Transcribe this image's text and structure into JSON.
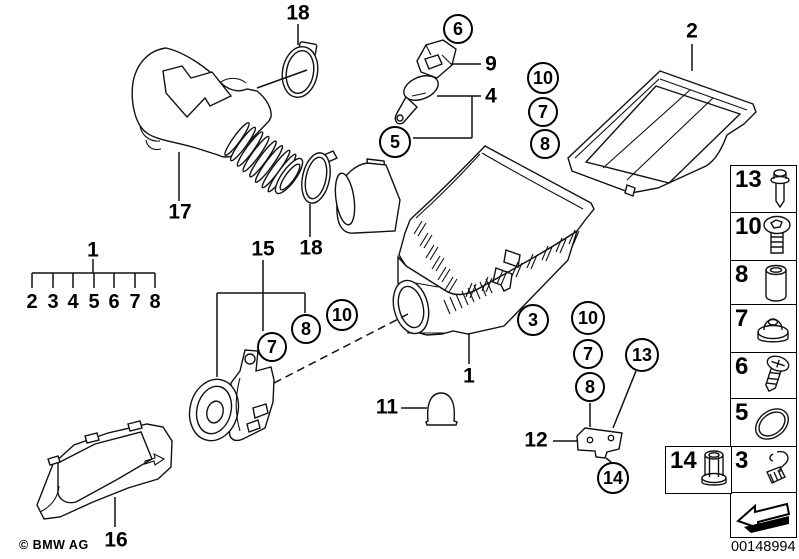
{
  "doc": {
    "copyright": "© BMW AG",
    "part_number": "00148994"
  },
  "labels": {
    "l18_top": "18",
    "l17": "17",
    "l2": "2",
    "l9": "9",
    "l4": "4",
    "l15": "15",
    "l18_mid": "18",
    "l16": "16",
    "l1_housing": "1",
    "l11": "11",
    "l12": "12"
  },
  "circles": {
    "c6": "6",
    "c5": "5",
    "c10_top": "10",
    "c7_top": "7",
    "c8_top": "8",
    "c7_left": "7",
    "c8_left": "8",
    "c10_left": "10",
    "c3": "3",
    "c10_mid": "10",
    "c7_mid": "7",
    "c8_mid": "8",
    "c13": "13",
    "c14": "14"
  },
  "tree": {
    "root": "1",
    "items": [
      "2",
      "3",
      "4",
      "5",
      "6",
      "7",
      "8"
    ]
  },
  "sidebar": {
    "rows": [
      {
        "num": "13",
        "icon": "expansion-rivet-icon"
      },
      {
        "num": "10",
        "icon": "torx-screw-icon"
      },
      {
        "num": "8",
        "icon": "spacer-sleeve-icon"
      },
      {
        "num": "7",
        "icon": "rubber-grommet-icon"
      },
      {
        "num": "6",
        "icon": "tapping-screw-icon"
      },
      {
        "num": "5",
        "icon": "o-ring-icon"
      },
      {
        "num": "3",
        "icon": "hose-clamp-icon"
      }
    ],
    "aux_num": "14"
  }
}
